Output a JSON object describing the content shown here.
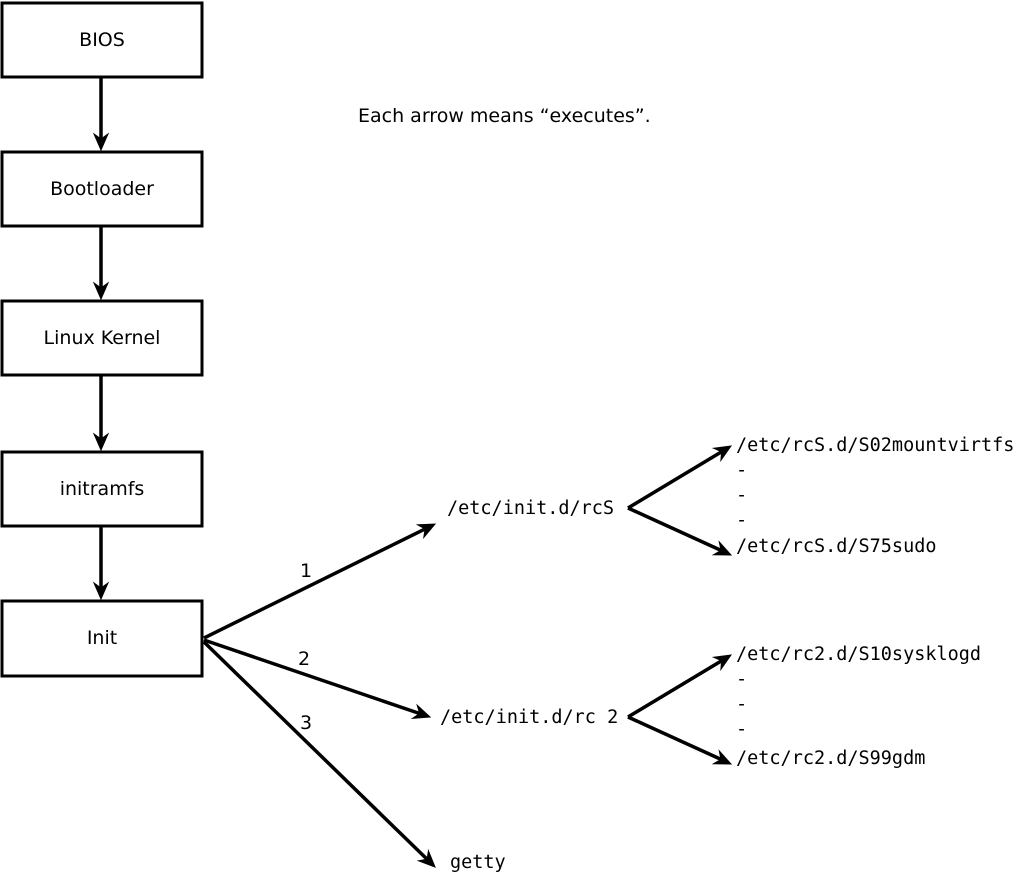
{
  "note": "Each arrow means “executes”.",
  "colors": {
    "ink": "#000000",
    "background": "#ffffff"
  },
  "boxes": [
    {
      "label": "BIOS"
    },
    {
      "label": "Bootloader"
    },
    {
      "label": "Linux Kernel"
    },
    {
      "label": "initramfs"
    },
    {
      "label": "Init"
    }
  ],
  "branches": [
    {
      "order_label": "1",
      "target": "/etc/init.d/rcS",
      "children": [
        "/etc/rcS.d/S02mountvirtfs",
        "-",
        "-",
        "-",
        "/etc/rcS.d/S75sudo"
      ]
    },
    {
      "order_label": "2",
      "target": "/etc/init.d/rc 2",
      "children": [
        "/etc/rc2.d/S10sysklogd",
        "-",
        "-",
        "-",
        "/etc/rc2.d/S99gdm"
      ]
    },
    {
      "order_label": "3",
      "target": "getty",
      "children": []
    }
  ]
}
